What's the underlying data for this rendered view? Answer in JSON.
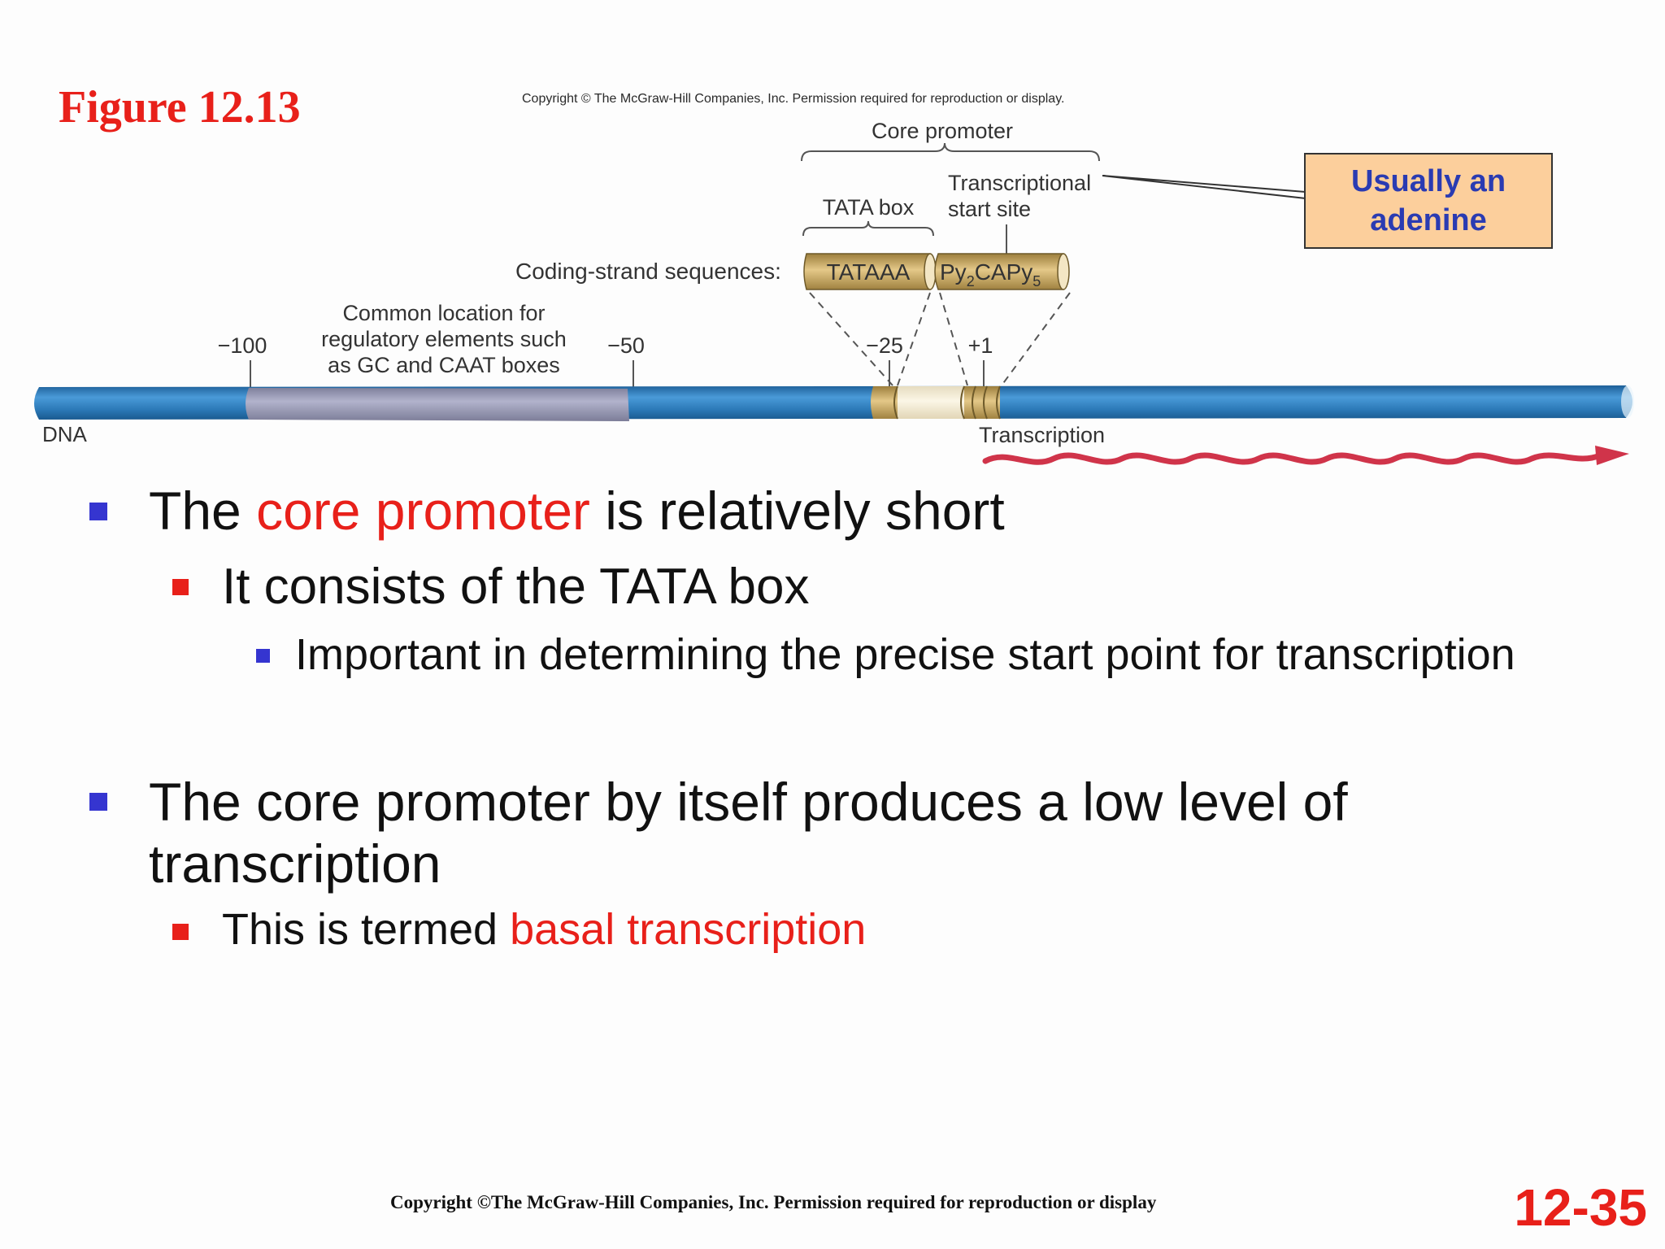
{
  "figure_label": "Figure 12.13",
  "figure_copyright": "Copyright © The McGraw-Hill Companies, Inc. Permission required for reproduction or display.",
  "diagram": {
    "core_promoter": "Core promoter",
    "tata_box": "TATA box",
    "start_site_line1": "Transcriptional",
    "start_site_line2": "start site",
    "coding_strand_label": "Coding-strand sequences:",
    "tata_seq": "TATAAA",
    "start_seq_a": "Py",
    "start_seq_sub1": "2",
    "start_seq_b": "CAPy",
    "start_seq_sub2": "5",
    "pos_minus100": "−100",
    "pos_minus50": "−50",
    "pos_minus25": "−25",
    "pos_plus1": "+1",
    "regulatory_line1": "Common location for",
    "regulatory_line2": "regulatory elements such",
    "regulatory_line3": "as GC and CAAT boxes",
    "dna_label": "DNA",
    "transcription_label": "Transcription"
  },
  "callout": {
    "line1": "Usually an",
    "line2": "adenine"
  },
  "bullets": {
    "b1_pre": "The ",
    "b1_red": "core promoter",
    "b1_post": " is relatively short",
    "b1_1": "It consists of the TATA box",
    "b1_1_1": "Important in determining the precise start point for transcription",
    "b2_line1": "The core promoter by itself produces a low level of",
    "b2_line2": "transcription",
    "b2_1_pre": "This is termed ",
    "b2_1_red": "basal transcription"
  },
  "footer_copyright": "Copyright ©The McGraw-Hill Companies, Inc. Permission required for reproduction or display",
  "page_number": "12-35",
  "colors": {
    "accent_red": "#e8201a",
    "bullet_blue": "#3535d0",
    "bullet_red": "#e8201a",
    "callout_fill": "#fccf9c",
    "callout_text": "#2a3bb2",
    "dna_blue": "#2f7fc0"
  }
}
